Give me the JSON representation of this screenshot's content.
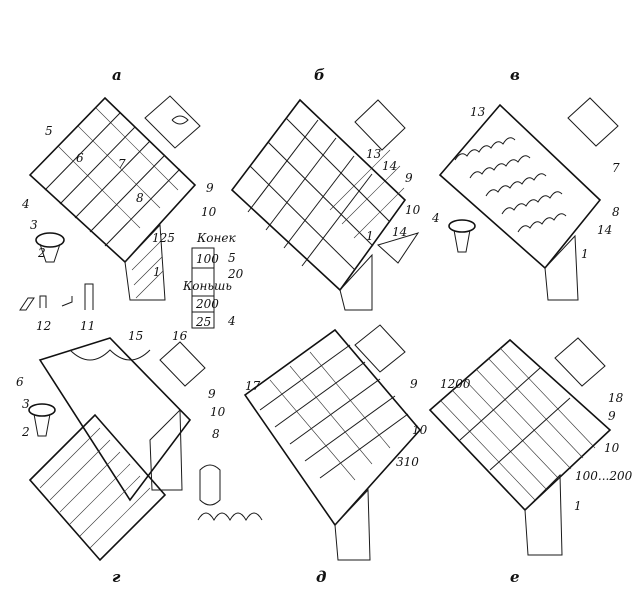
{
  "panels": [
    {
      "letter": "а",
      "labels": [
        "5",
        "6",
        "7",
        "4",
        "3",
        "2",
        "8",
        "9",
        "10",
        "1",
        "125",
        "12",
        "11"
      ]
    },
    {
      "letter": "б",
      "labels": [
        "13",
        "14",
        "9",
        "10",
        "1",
        "14"
      ]
    },
    {
      "letter": "в",
      "labels": [
        "13",
        "7",
        "4",
        "8",
        "14",
        "1"
      ]
    },
    {
      "letter": "г",
      "labels": [
        "15",
        "16",
        "6",
        "3",
        "2",
        "9",
        "10",
        "8"
      ]
    },
    {
      "letter": "д",
      "labels": [
        "17",
        "9",
        "10",
        "310"
      ]
    },
    {
      "letter": "е",
      "labels": [
        "1200",
        "18",
        "9",
        "10",
        "100...200",
        "1"
      ]
    }
  ],
  "detail_a": {
    "top_word": "Конек",
    "bottom_word": "Коньшь",
    "dims": [
      "100",
      "20",
      "5",
      "200",
      "25",
      "4"
    ]
  }
}
